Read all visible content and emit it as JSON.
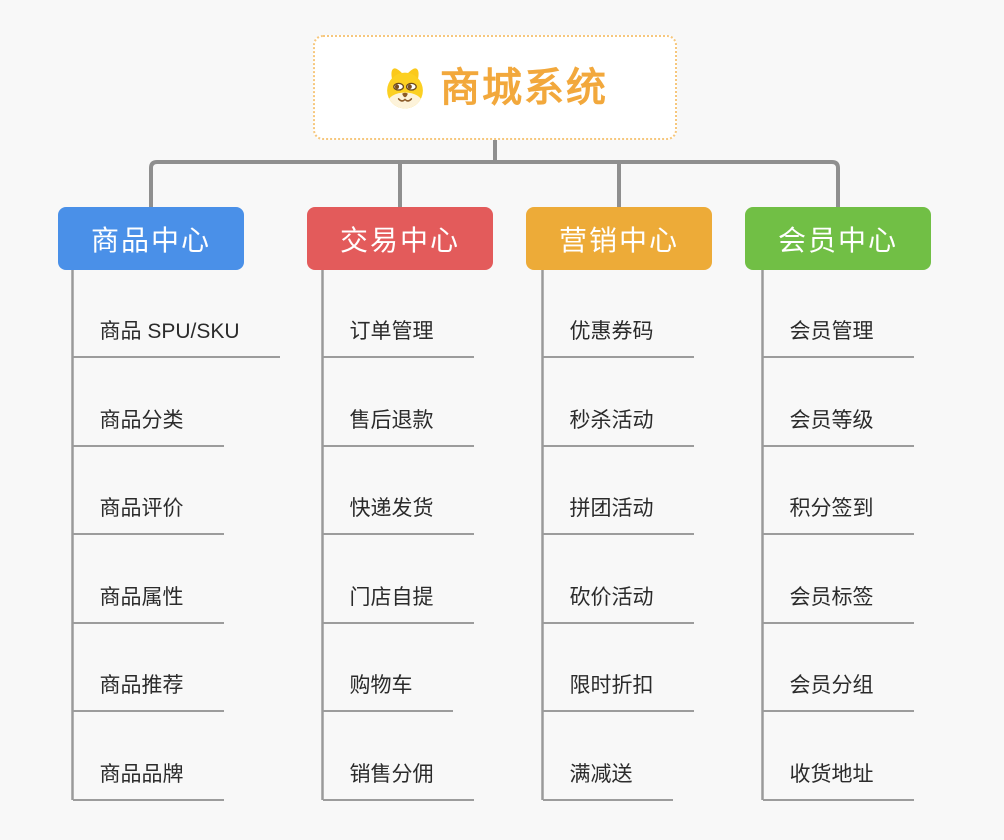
{
  "root": {
    "title": "商城系统",
    "icon": "dog-face",
    "title_color": "#f2a83c",
    "border_color": "#f6c77d"
  },
  "branches": [
    {
      "label": "商品中心",
      "color": "#4a90e8",
      "children": [
        "商品 SPU/SKU",
        "商品分类",
        "商品评价",
        "商品属性",
        "商品推荐",
        "商品品牌"
      ]
    },
    {
      "label": "交易中心",
      "color": "#e35b5b",
      "children": [
        "订单管理",
        "售后退款",
        "快递发货",
        "门店自提",
        "购物车",
        "销售分佣"
      ]
    },
    {
      "label": "营销中心",
      "color": "#edab38",
      "children": [
        "优惠券码",
        "秒杀活动",
        "拼团活动",
        "砍价活动",
        "限时折扣",
        "满减送"
      ]
    },
    {
      "label": "会员中心",
      "color": "#71bf45",
      "children": [
        "会员管理",
        "会员等级",
        "积分签到",
        "会员标签",
        "会员分组",
        "收货地址"
      ]
    }
  ]
}
